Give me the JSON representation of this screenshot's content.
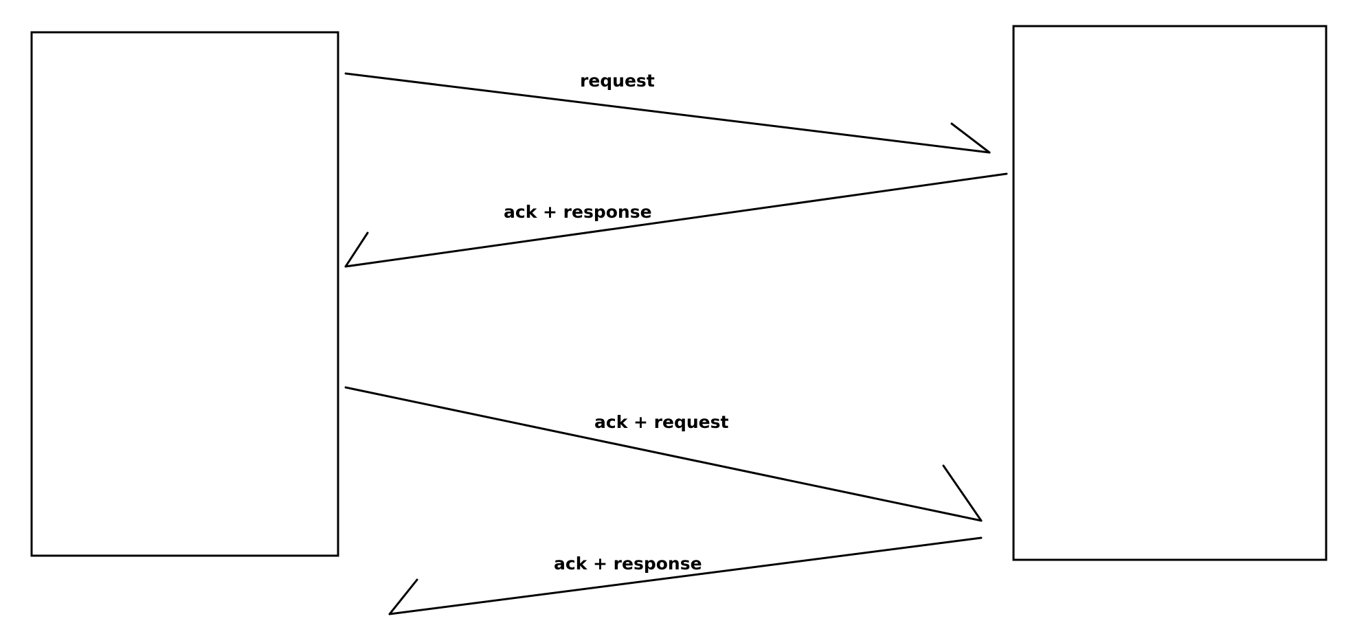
{
  "messages": [
    {
      "label": "request"
    },
    {
      "label": "ack + response"
    },
    {
      "label": "ack + request"
    },
    {
      "label": "ack + response"
    }
  ]
}
